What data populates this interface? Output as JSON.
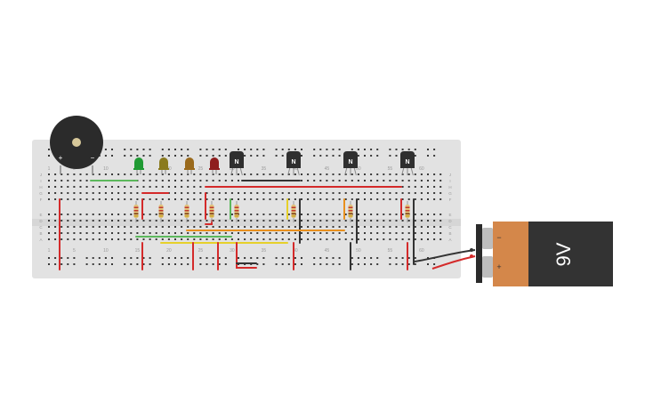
{
  "breadboard": {
    "top_column_numbers": [
      "1",
      "5",
      "10",
      "15",
      "20",
      "25",
      "30",
      "35",
      "40",
      "45",
      "50",
      "55",
      "60"
    ],
    "bottom_column_numbers": [
      "1",
      "5",
      "10",
      "15",
      "20",
      "25",
      "30",
      "35",
      "40",
      "45",
      "50",
      "55",
      "60"
    ],
    "upper_row_letters": [
      "J",
      "I",
      "H",
      "G",
      "F"
    ],
    "lower_row_letters": [
      "E",
      "D",
      "C",
      "B",
      "A"
    ],
    "colors": {
      "board": "#e2e2e2",
      "hole": "#3a3a3a"
    }
  },
  "leds": [
    {
      "color": "green",
      "hex": "#1f9a33"
    },
    {
      "color": "olive",
      "hex": "#8a7a1e"
    },
    {
      "color": "amber",
      "hex": "#9a6a1c"
    },
    {
      "color": "red",
      "hex": "#8e1d1d"
    }
  ],
  "transistors": [
    {
      "label": "N"
    },
    {
      "label": "N"
    },
    {
      "label": "N"
    },
    {
      "label": "N"
    }
  ],
  "buzzer": {
    "plus_label": "+",
    "minus_label": "−"
  },
  "battery": {
    "label": "9V",
    "minus_label": "−",
    "plus_label": "+"
  },
  "wire_colors": {
    "red": "#d42a2a",
    "black": "#333333",
    "green": "#5cb85c",
    "orange": "#e8901e",
    "yellow": "#e6d02a"
  }
}
